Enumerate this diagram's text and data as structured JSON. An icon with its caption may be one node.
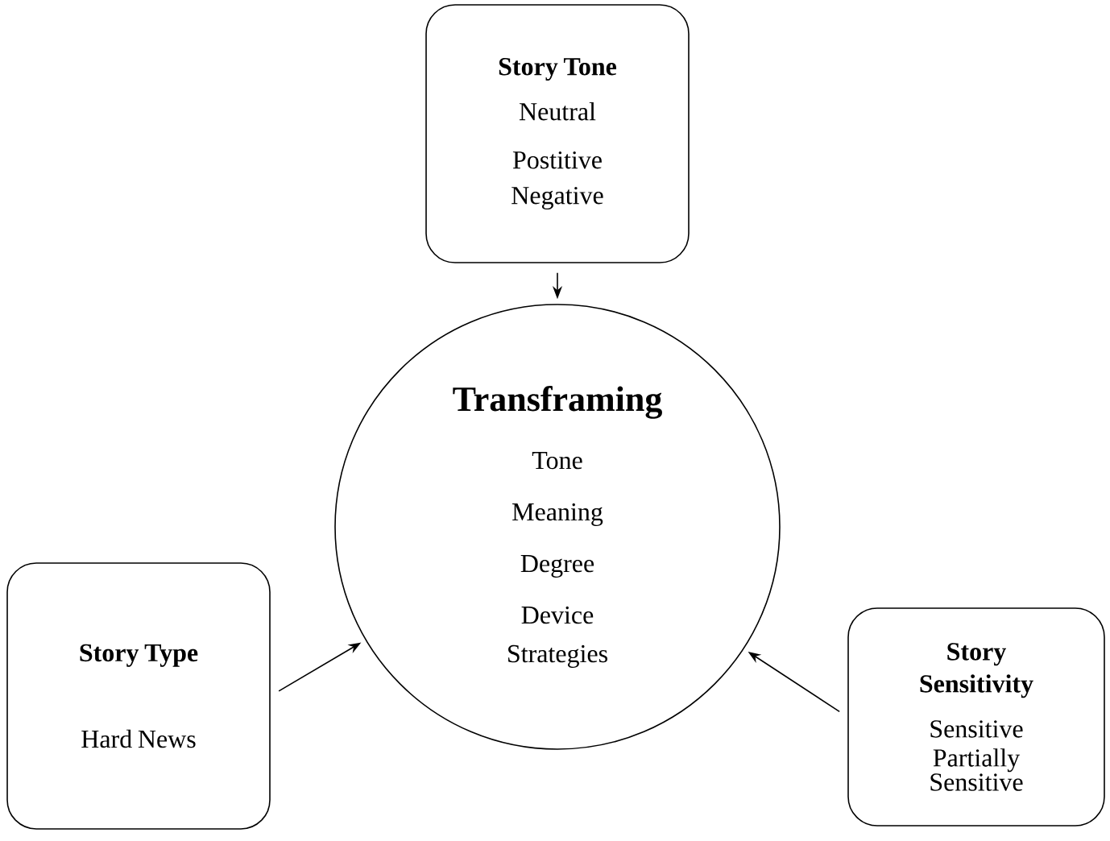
{
  "diagram": {
    "nodes": [
      {
        "text": [
          "Story Tone",
          "Neutral",
          "Postitive",
          "Negative"
        ]
      },
      {
        "text": [
          "Transframing",
          "Tone",
          "Meaning",
          "Degree",
          "Device",
          "Strategies"
        ]
      },
      {
        "text": [
          "Story Type",
          "Hard News"
        ]
      },
      {
        "text": [
          "Story Sensitivity",
          "Sensitive",
          "Partially Sensitive"
        ]
      }
    ],
    "edges": [
      {
        "from": 0,
        "to": 1,
        "arrow": "to"
      },
      {
        "from": 2,
        "to": 1,
        "arrow": "to"
      },
      {
        "from": 3,
        "to": 1,
        "arrow": "to"
      }
    ]
  }
}
